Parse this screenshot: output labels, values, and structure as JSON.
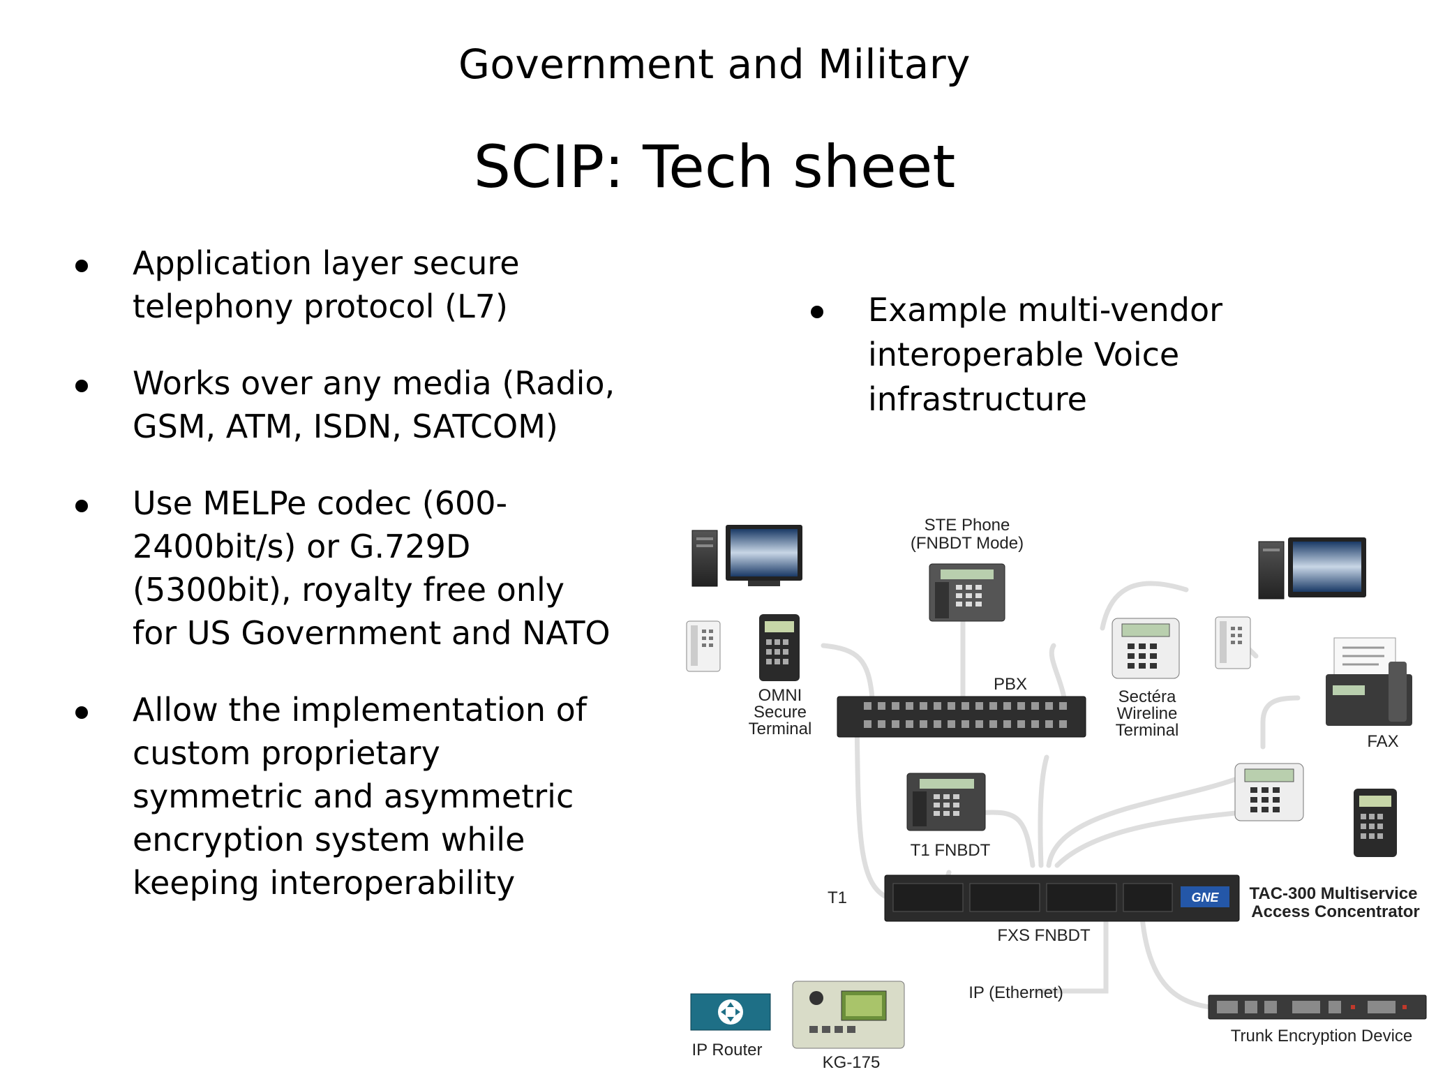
{
  "header": {
    "subtitle": "Government and Military",
    "title": "SCIP: Tech sheet"
  },
  "left_bullets": [
    "Application layer secure telephony protocol (L7)",
    "Works over any media (Radio, GSM, ATM, ISDN, SATCOM)",
    "Use MELPe codec (600-2400bit/s) or G.729D (5300bit), royalty free only for US Government and NATO",
    "Allow the implementation of custom proprietary symmetric and asymmetric encryption system while keeping interoperability"
  ],
  "right_bullets": [
    "Example multi-vendor interoperable Voice infrastructure"
  ],
  "diagram": {
    "ste_phone_line1": "STE Phone",
    "ste_phone_line2": "(FNBDT Mode)",
    "pbx": "PBX",
    "omni_line1": "OMNI",
    "omni_line2": "Secure",
    "omni_line3": "Terminal",
    "sectera_line1": "Sectéra",
    "sectera_line2": "Wireline",
    "sectera_line3": "Terminal",
    "fax": "FAX",
    "t1_fnbdt": "T1 FNBDT",
    "t1": "T1",
    "fxs_fnbdt": "FXS FNBDT",
    "tac_line1": "TAC-300 Multiservice",
    "tac_line2": "Access Concentrator",
    "tac_brand": "GNE",
    "ip_ethernet": "IP (Ethernet)",
    "ip_router": "IP Router",
    "kg175": "KG-175",
    "trunk": "Trunk Encryption Device"
  }
}
